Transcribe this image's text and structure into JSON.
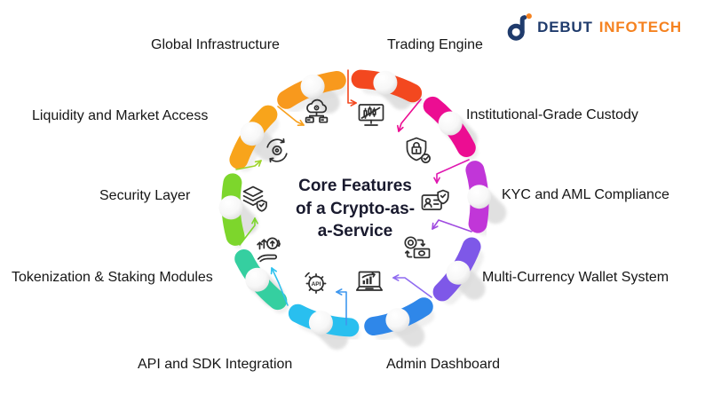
{
  "brand": {
    "name_primary": "DEBUT",
    "name_secondary": "INFOTECH",
    "navy": "#1F3B6C",
    "orange": "#F58220"
  },
  "diagram": {
    "title_lines": [
      "Core Features",
      "of a Crypto-as-",
      "a-Service"
    ]
  },
  "features": [
    {
      "id": "trading-engine",
      "label": "Trading Engine",
      "color": "#F3481F",
      "icon": "candlestick-monitor-icon"
    },
    {
      "id": "institutional-grade-custody",
      "label": "Institutional-Grade Custody",
      "color": "#EC0D92",
      "icon": "shield-lock-icon"
    },
    {
      "id": "kyc-aml-compliance",
      "label": "KYC and AML Compliance",
      "color": "#C136D8",
      "icon": "id-card-shield-icon"
    },
    {
      "id": "multi-currency-wallet",
      "label": "Multi-Currency Wallet System",
      "color": "#7E58E8",
      "icon": "coin-cash-exchange-icon"
    },
    {
      "id": "admin-dashboard",
      "label": "Admin Dashboard",
      "color": "#2F87E9",
      "icon": "laptop-chart-icon"
    },
    {
      "id": "api-sdk-integration",
      "label": "API and SDK Integration",
      "color": "#29BFEF",
      "icon": "api-gear-icon"
    },
    {
      "id": "tokenization-staking",
      "label": "Tokenization & Staking Modules",
      "color": "#35CFA0",
      "icon": "hand-coin-growth-icon"
    },
    {
      "id": "security-layer",
      "label": "Security Layer",
      "color": "#7DD62C",
      "icon": "layers-shield-icon"
    },
    {
      "id": "liquidity-market-access",
      "label": "Liquidity and Market Access",
      "color": "#F8A41B",
      "icon": "cycle-coin-icon"
    },
    {
      "id": "global-infrastructure",
      "label": "Global Infrastructure",
      "color": "#F8991D",
      "icon": "cloud-network-icon"
    }
  ]
}
